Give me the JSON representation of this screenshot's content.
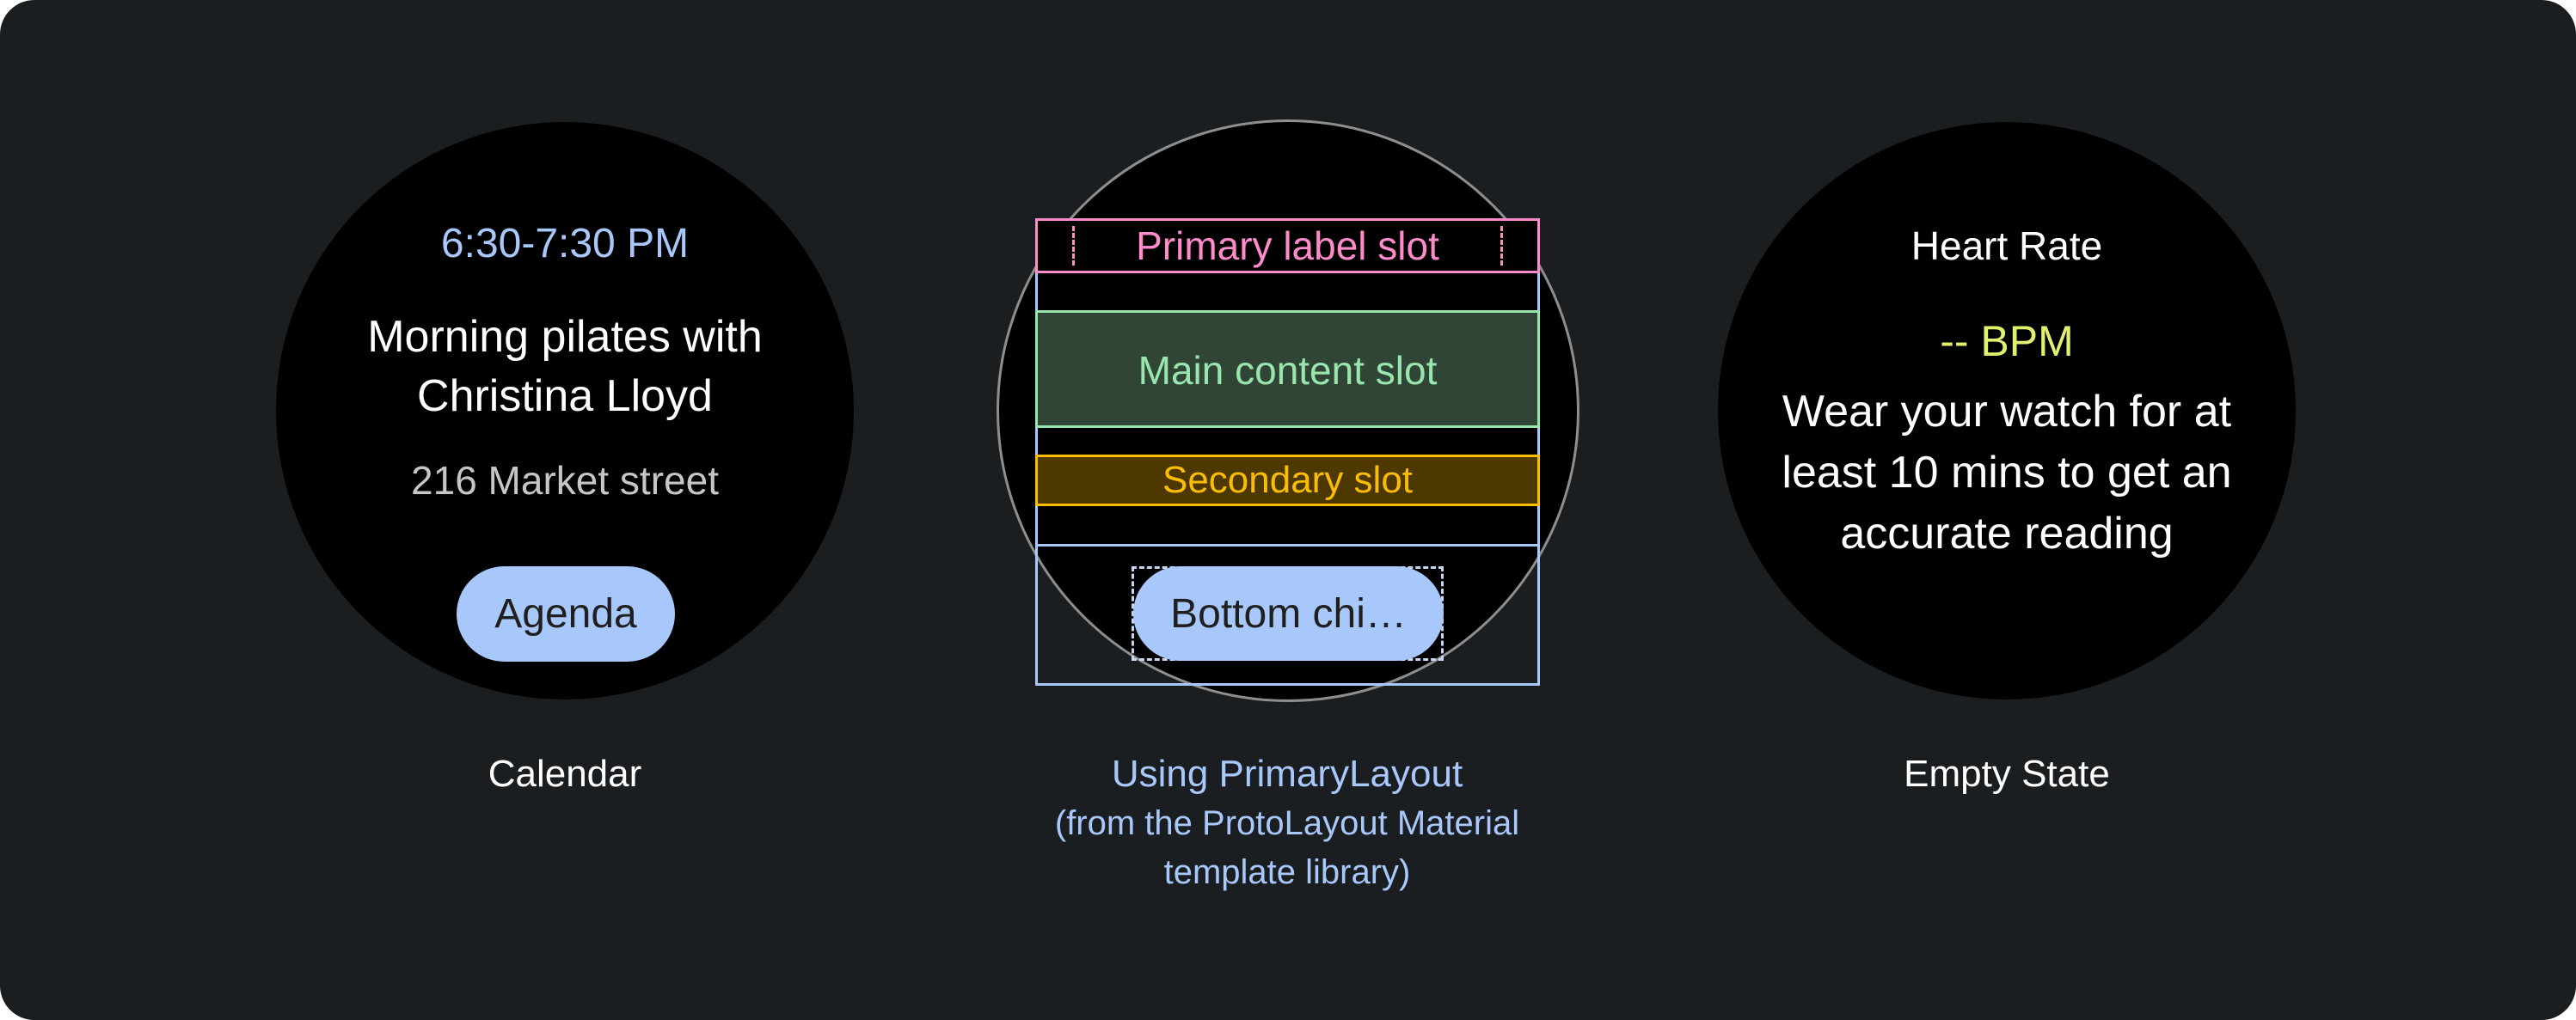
{
  "calendar": {
    "time": "6:30-7:30 PM",
    "title_line1": "Morning pilates with",
    "title_line2": "Christina Lloyd",
    "location": "216 Market street",
    "chip_label": "Agenda",
    "caption": "Calendar"
  },
  "layout_diagram": {
    "primary_label": "Primary label slot",
    "main_content": "Main content slot",
    "secondary": "Secondary slot",
    "bottom_chip": "Bottom chi…",
    "caption_line1": "Using PrimaryLayout",
    "caption_line2": "(from the ProtoLayout Material",
    "caption_line3": "template library)"
  },
  "empty_state": {
    "title": "Heart Rate",
    "value": "-- BPM",
    "body_line1": "Wear your watch for at",
    "body_line2": "least 10 mins to get an",
    "body_line3": "accurate reading",
    "caption": "Empty State"
  },
  "colors": {
    "background": "#1b1e21",
    "accent_blue": "#a8c7fa",
    "primary_label_pink": "#ff8bcb",
    "main_content_green": "#98e5ad",
    "secondary_yellow": "#fbbc04",
    "bpm_yellow": "#e3f06d"
  }
}
